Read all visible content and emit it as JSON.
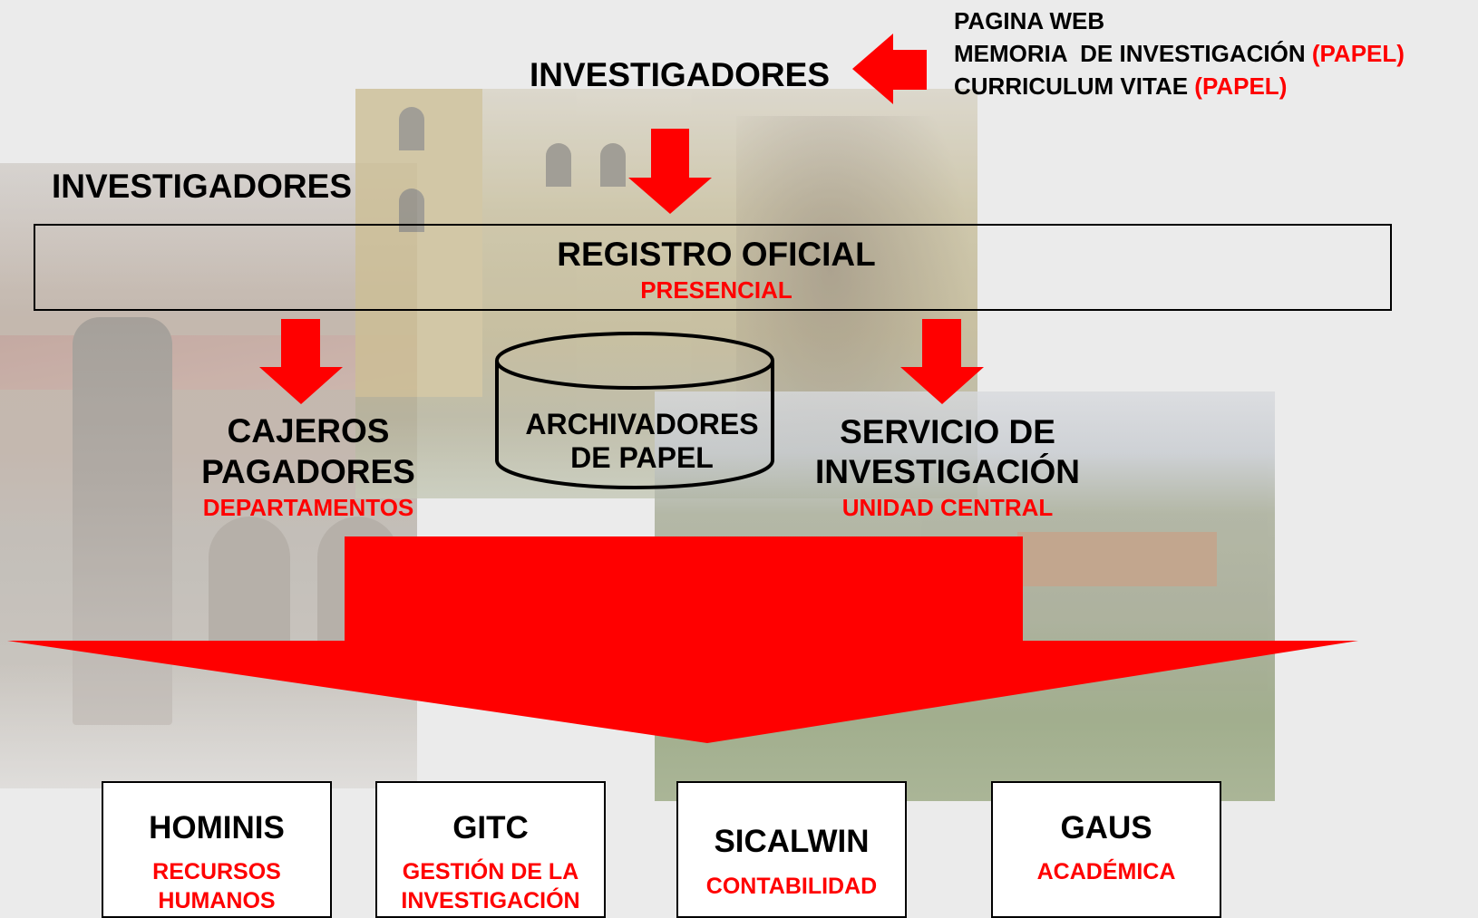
{
  "colors": {
    "accent": "#ff0000",
    "text": "#000000",
    "background": "#ebebeb"
  },
  "sources": {
    "line1": "PAGINA WEB",
    "line2_prefix": "MEMORIA  DE INVESTIGACIÓN ",
    "line2_suffix": "(PAPEL)",
    "line3_prefix": "CURRICULUM VITAE ",
    "line3_suffix": "(PAPEL)"
  },
  "top_actor": "INVESTIGADORES",
  "side_actor": "INVESTIGADORES",
  "registro": {
    "title": "REGISTRO OFICIAL",
    "subtitle": "PRESENCIAL"
  },
  "cajeros": {
    "line1": "CAJEROS",
    "line2": "PAGADORES",
    "subtitle": "DEPARTAMENTOS"
  },
  "archivadores": {
    "line1": "ARCHIVADORES",
    "line2": "DE PAPEL"
  },
  "servicio": {
    "line1": "SERVICIO DE",
    "line2": "INVESTIGACIÓN",
    "subtitle": "UNIDAD CENTRAL"
  },
  "systems": [
    {
      "name": "HOMINIS",
      "sub1": "RECURSOS",
      "sub2": "HUMANOS"
    },
    {
      "name": "GITC",
      "sub1": "GESTIÓN DE LA",
      "sub2": "INVESTIGACIÓN"
    },
    {
      "name": "SICALWIN",
      "sub1": "CONTABILIDAD",
      "sub2": ""
    },
    {
      "name": "GAUS",
      "sub1": "ACADÉMICA",
      "sub2": ""
    }
  ]
}
